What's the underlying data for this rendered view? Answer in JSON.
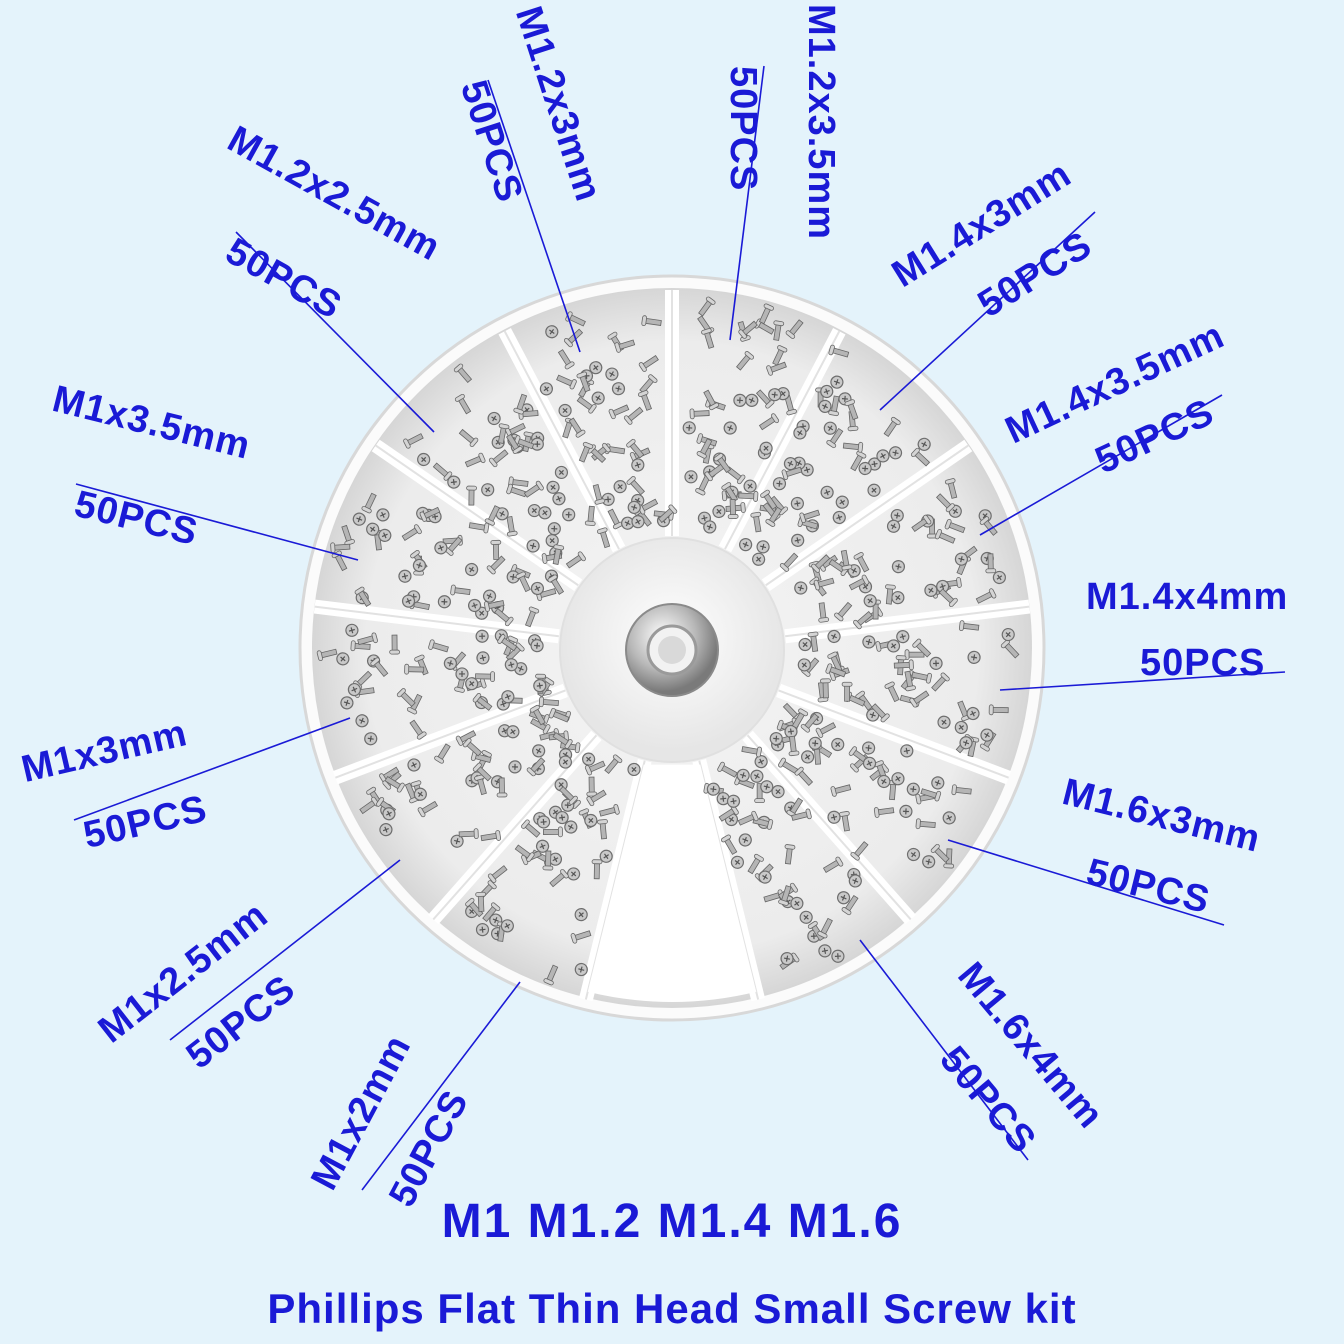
{
  "labels": [
    {
      "size": "M1.2x2.5mm",
      "qty": "50PCS"
    },
    {
      "size": "M1.2x3mm",
      "qty": "50PCS"
    },
    {
      "size": "M1.2x3.5mm",
      "qty": "50PCS"
    },
    {
      "size": "M1.4x3mm",
      "qty": "50PCS"
    },
    {
      "size": "M1.4x3.5mm",
      "qty": "50PCS"
    },
    {
      "size": "M1.4x4mm",
      "qty": "50PCS"
    },
    {
      "size": "M1.6x3mm",
      "qty": "50PCS"
    },
    {
      "size": "M1.6x4mm",
      "qty": "50PCS"
    },
    {
      "size": "M1x2mm",
      "qty": "50PCS"
    },
    {
      "size": "M1x2.5mm",
      "qty": "50PCS"
    },
    {
      "size": "M1x3mm",
      "qty": "50PCS"
    },
    {
      "size": "M1x3.5mm",
      "qty": "50PCS"
    }
  ],
  "headline": "M1 M1.2 M1.4 M1.6",
  "subtitle": "Phillips Flat Thin Head Small Screw kit",
  "colors": {
    "text": "#1a1ad6",
    "background": "#e4f3fb",
    "leader": "#1a1ad6"
  }
}
